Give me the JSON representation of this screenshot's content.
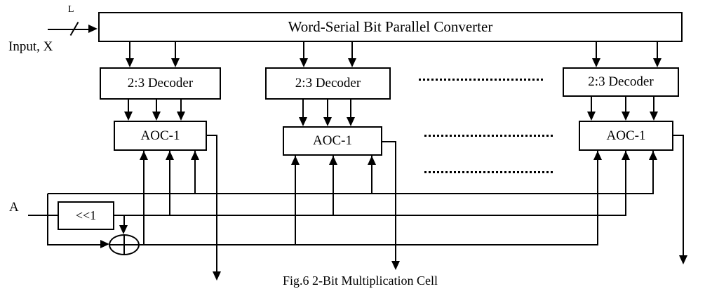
{
  "colors": {
    "ink": "#000000",
    "background": "#ffffff"
  },
  "caption": "Fig.6 2-Bit Multiplication Cell",
  "input": {
    "label": "Input, X",
    "bus_width_label": "L"
  },
  "operand_label": "A",
  "converter": {
    "label": "Word-Serial Bit Parallel Converter"
  },
  "decoders": [
    {
      "label": "2:3 Decoder"
    },
    {
      "label": "2:3 Decoder"
    },
    {
      "label": "2:3 Decoder"
    }
  ],
  "aocs": [
    {
      "label": "AOC-1"
    },
    {
      "label": "AOC-1"
    },
    {
      "label": "AOC-1"
    }
  ],
  "shifter": {
    "label": "<<1"
  },
  "icons": {
    "xor_gate": "circle-plus",
    "bus_width_marker": "slash-tick"
  }
}
